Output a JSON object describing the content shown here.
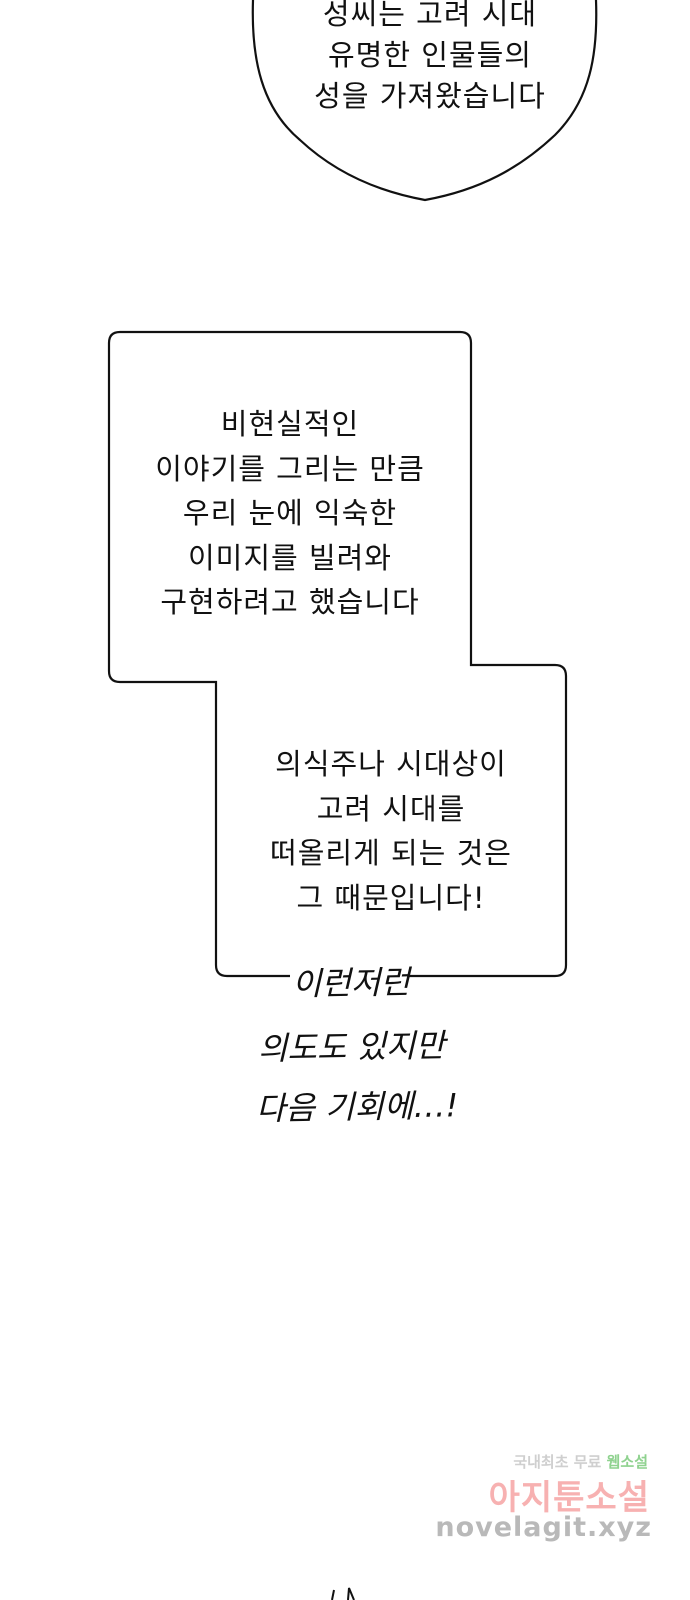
{
  "top_bubble": {
    "lines": [
      "성씨는 고려 시대",
      "유명한 인물들의",
      "성을 가져왔습니다"
    ]
  },
  "box_upper": {
    "lines": [
      "비현실적인",
      "이야기를 그리는 만큼",
      "우리 눈에 익숙한",
      "이미지를 빌려와",
      "구현하려고 했습니다"
    ]
  },
  "box_lower": {
    "lines": [
      "의식주나 시대상이",
      "고려 시대를",
      "떠올리게 되는 것은",
      "그 때문입니다!"
    ]
  },
  "handwritten": {
    "lines": [
      "이런저런",
      "의도도 있지만",
      "다음 기회에…!"
    ]
  },
  "watermark": {
    "top_plain": "국내최초 무료",
    "top_accent": "웹소설",
    "middle": "아지툰소설",
    "bottom": "novelagit.xyz",
    "accent_color": "#8fd28f",
    "middle_color": "#f7b1b1"
  }
}
